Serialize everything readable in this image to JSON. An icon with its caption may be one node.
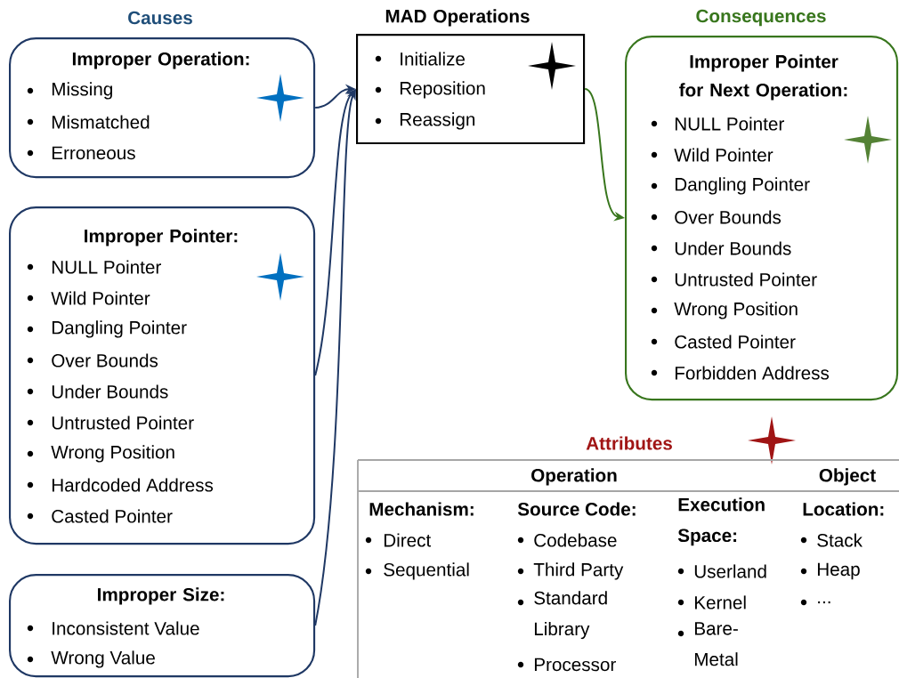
{
  "diagram": {
    "nodes": [
      {
        "text": [
          "Improper Operation:",
          "Missing",
          "Mismatched",
          "Erroneous"
        ]
      },
      {
        "text": [
          "Improper Pointer:",
          "NULL Pointer",
          "Wild Pointer",
          "Dangling Pointer",
          "Over Bounds",
          "Under Bounds",
          "Untrusted Pointer",
          "Wrong Position",
          "Hardcoded Address",
          "Casted Pointer"
        ]
      },
      {
        "text": [
          "Improper Size:",
          "Inconsistent Value",
          "Wrong Value"
        ]
      },
      {
        "text": [
          "MAD Operations",
          "Initialize",
          "Reposition",
          "Reassign"
        ]
      },
      {
        "text": [
          "Improper Pointer for Next Operation:",
          "NULL Pointer",
          "Wild Pointer",
          "Dangling Pointer",
          "Over Bounds",
          "Under Bounds",
          "Untrusted Pointer",
          "Wrong Position",
          "Casted Pointer",
          "Forbidden Address"
        ]
      }
    ],
    "edges": [
      {
        "from": 0,
        "to": 3,
        "arrow": "to"
      },
      {
        "from": 1,
        "to": 3,
        "arrow": "to"
      },
      {
        "from": 2,
        "to": 3,
        "arrow": "to"
      },
      {
        "from": 3,
        "to": 4,
        "arrow": "to",
        "color": "#38761d"
      }
    ],
    "labels": [
      "Causes",
      "Consequences",
      "Attributes",
      "Operation",
      "Object",
      "Mechanism:",
      "Source Code:",
      "Execution Space:",
      "Location:",
      "Direct",
      "Sequential",
      "Codebase",
      "Third Party",
      "Standard Library",
      "Processor",
      "Userland",
      "Kernel",
      "Bare-Metal",
      "Stack",
      "Heap",
      "..."
    ]
  }
}
